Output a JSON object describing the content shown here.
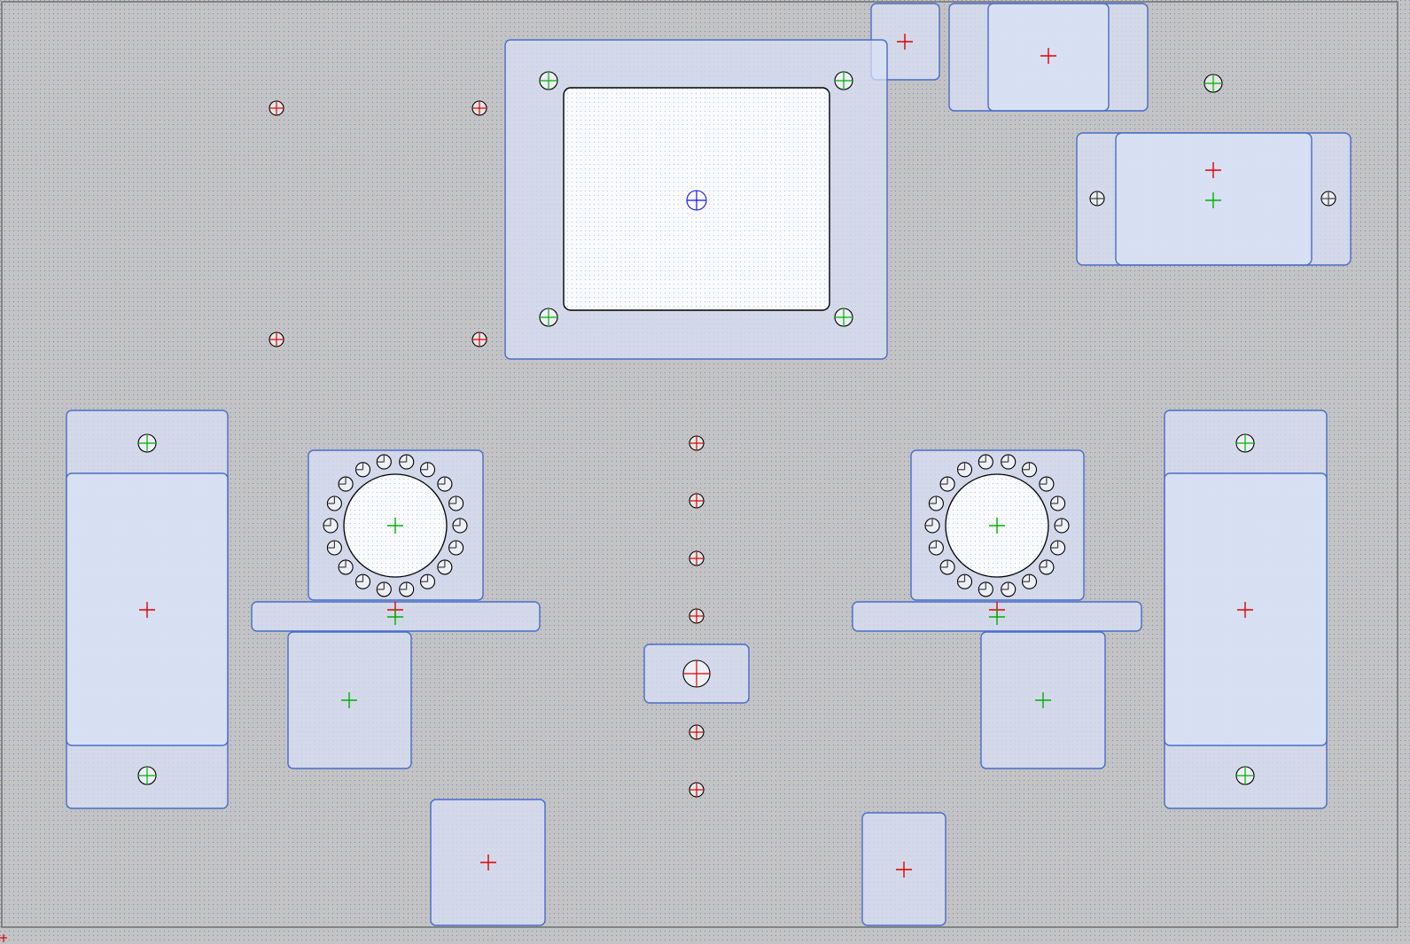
{
  "colors": {
    "background": "#c3c3c3",
    "grid_dot": "#3a55d0",
    "part_fill": "#d9e2f8",
    "part_stroke": "#4a6cc8",
    "cutout_fill": "#ffffff",
    "cutout_stroke": "#000000",
    "mark_red": "#e00000",
    "mark_green": "#00b000",
    "mark_blue": "#1010ff"
  },
  "legend": {
    "red_cross": "part-center-mark",
    "green_cross": "hole-center-mark",
    "blue_crosshair": "cutout-center-mark"
  },
  "icons": {
    "center_mark": "crosshair-icon",
    "hole": "circle-with-cross-icon"
  }
}
